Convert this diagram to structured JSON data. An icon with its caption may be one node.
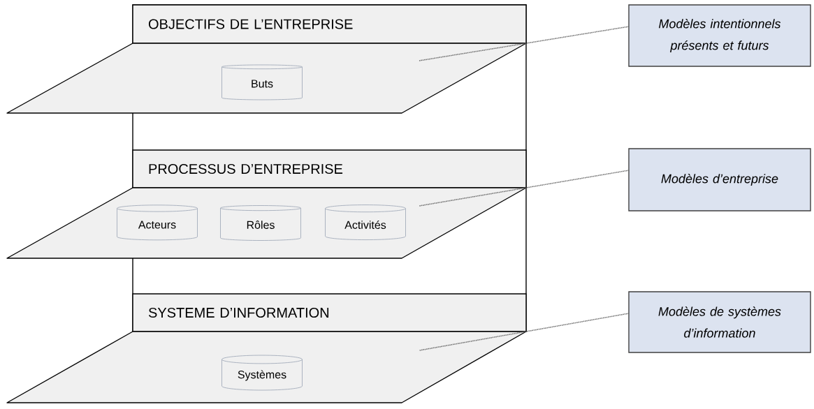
{
  "diagram": {
    "nodes": [
      {
        "text": [
          "OBJECTIFS DE L’ENTREPRISE"
        ]
      },
      {
        "text": [],
        "shape": "parallelogram"
      },
      {
        "text": [
          "Buts"
        ],
        "in": 1
      },
      {
        "text": [
          "PROCESSUS D’ENTREPRISE"
        ]
      },
      {
        "text": [],
        "shape": "parallelogram"
      },
      {
        "text": [
          "Acteurs"
        ],
        "in": 4
      },
      {
        "text": [
          "Rôles"
        ],
        "in": 4
      },
      {
        "text": [
          "Activités"
        ],
        "in": 4
      },
      {
        "text": [
          "SYSTEME D’INFORMATION"
        ]
      },
      {
        "text": [],
        "shape": "parallelogram"
      },
      {
        "text": [
          "Systèmes"
        ],
        "in": 9
      },
      {
        "text": [
          "Modèles intentionnels présents et futurs"
        ]
      },
      {
        "text": [
          "Modèles d’entreprise"
        ]
      },
      {
        "text": [
          "Modèles de systèmes d’information"
        ]
      }
    ],
    "edges": [
      {
        "from": 11,
        "to": 1,
        "arrow": "none",
        "style": "dashed"
      },
      {
        "from": 12,
        "to": 4,
        "arrow": "none",
        "style": "dashed"
      },
      {
        "from": 13,
        "to": 9,
        "arrow": "none",
        "style": "dashed"
      }
    ]
  }
}
